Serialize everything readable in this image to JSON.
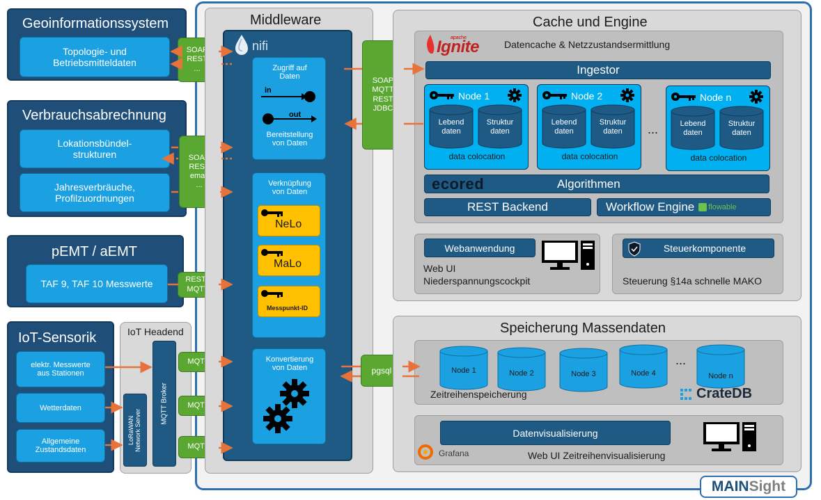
{
  "left": {
    "geo": {
      "title": "Geoinformationssystem",
      "item": "Topologie- und\nBetriebsmitteldaten",
      "proto": "SOAP\nREST\n..."
    },
    "verbrauch": {
      "title": "Verbrauchsabrechnung",
      "item1": "Lokationsbündel-\nstrukturen",
      "item2": "Jahresverbräuche,\nProfilzuordnungen",
      "proto": "SOAP\nREST\nemail\n..."
    },
    "pemt": {
      "title": "pEMT / aEMT",
      "item": "TAF 9, TAF 10 Messwerte",
      "proto": "REST /\nMQTT"
    },
    "iot": {
      "title": "IoT-Sensorik",
      "item1": "elektr. Messwerte\naus Stationen",
      "item2": "Wetterdaten",
      "item3": "Allgemeine\nZustandsdaten"
    },
    "headend": {
      "title": "IoT Headend",
      "lorawan": "LoRaWAN\nNetwork Server",
      "mqtt_broker": "MQTT Broker",
      "mqtt_label": "MQTT"
    }
  },
  "middleware": {
    "title": "Middleware",
    "nifi": "nifi",
    "access": {
      "title": "Zugriff auf\nDaten",
      "in": "in",
      "out": "out",
      "provide": "Bereitstellung\nvon Daten"
    },
    "link": {
      "title": "Verknüpfung\nvon Daten",
      "keys": [
        "NeLo",
        "MaLo",
        "Messpunkt-ID"
      ]
    },
    "convert": {
      "title": "Konvertierung\nvon Daten"
    },
    "proto": "SOAP\nMQTT\nREST\nJDBC",
    "pgsql": "pgsql"
  },
  "cache": {
    "title": "Cache und Engine",
    "apache": "apache",
    "ignite": "Ignite",
    "ignite_sub": "Datencache & Netzzustandsermittlung",
    "ingestor": "Ingestor",
    "nodes": [
      {
        "name": "Node 1",
        "c1": "Lebend\ndaten",
        "c2": "Struktur\ndaten",
        "foot": "data colocation"
      },
      {
        "name": "Node 2",
        "c1": "Lebend\ndaten",
        "c2": "Struktur\ndaten",
        "foot": "data colocation"
      },
      {
        "name": "Node n",
        "c1": "Lebend\ndaten",
        "c2": "Struktur\ndaten",
        "foot": "data colocation"
      }
    ],
    "dots": "...",
    "ecored": "ecored",
    "algorithmen": "Algorithmen",
    "rest": "REST Backend",
    "workflow": "Workflow Engine",
    "flowable": "flowable",
    "webapp": "Webanwendung",
    "webui": "Web UI\nNiederspannungscockpit",
    "steuer": "Steuerkomponente",
    "steuer_sub": "Steuerung §14a schnelle MAKO"
  },
  "storage": {
    "title": "Speicherung Massendaten",
    "nodes": [
      "Node 1",
      "Node 2",
      "Node 3",
      "Node 4",
      "Node n"
    ],
    "dots": "...",
    "zeitreihen": "Zeitreihenspeicherung",
    "cratedb": "CrateDB",
    "visual": "Datenvisualisierung",
    "grafana": "Grafana",
    "webui_zeit": "Web UI Zeitreihenvisualisierung"
  },
  "brand": {
    "main_a": "MAIN",
    "main_b": "Sight"
  }
}
